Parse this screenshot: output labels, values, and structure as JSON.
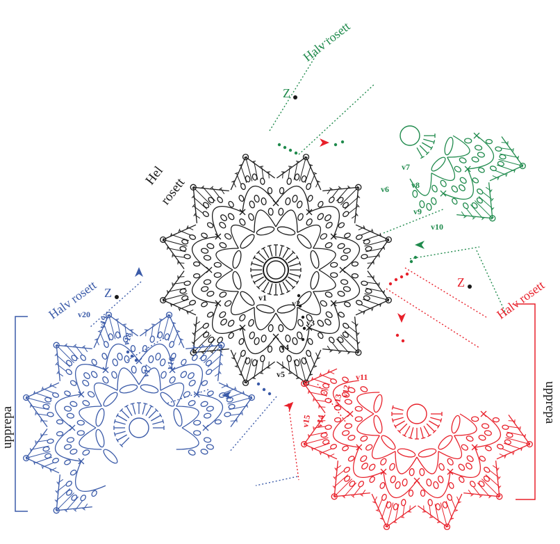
{
  "colors": {
    "full": "#1a1a1a",
    "green": "#1f8a4c",
    "red": "#e8202a",
    "blue": "#3a5aa8",
    "background": "#ffffff"
  },
  "labels": {
    "full_line1": "Hel",
    "full_line2": "rosett",
    "half_green": "Halv rosett",
    "half_red": "Halv rosett",
    "half_blue": "Halv rosett",
    "repeat_left": "upprepa",
    "repeat_right": "upprepa"
  },
  "rounds": {
    "black": [
      "v1",
      "v2",
      "v3",
      "v4",
      "v5"
    ],
    "green": [
      "v6",
      "v7",
      "v8",
      "v9",
      "v10"
    ],
    "red": [
      "v11",
      "v12",
      "v13",
      "v14",
      "v15"
    ],
    "blue": [
      "v16",
      "v17",
      "v18",
      "v19",
      "v20"
    ]
  },
  "symbols": {
    "turn": "Z",
    "start_arrow": "arrowhead-icon"
  }
}
